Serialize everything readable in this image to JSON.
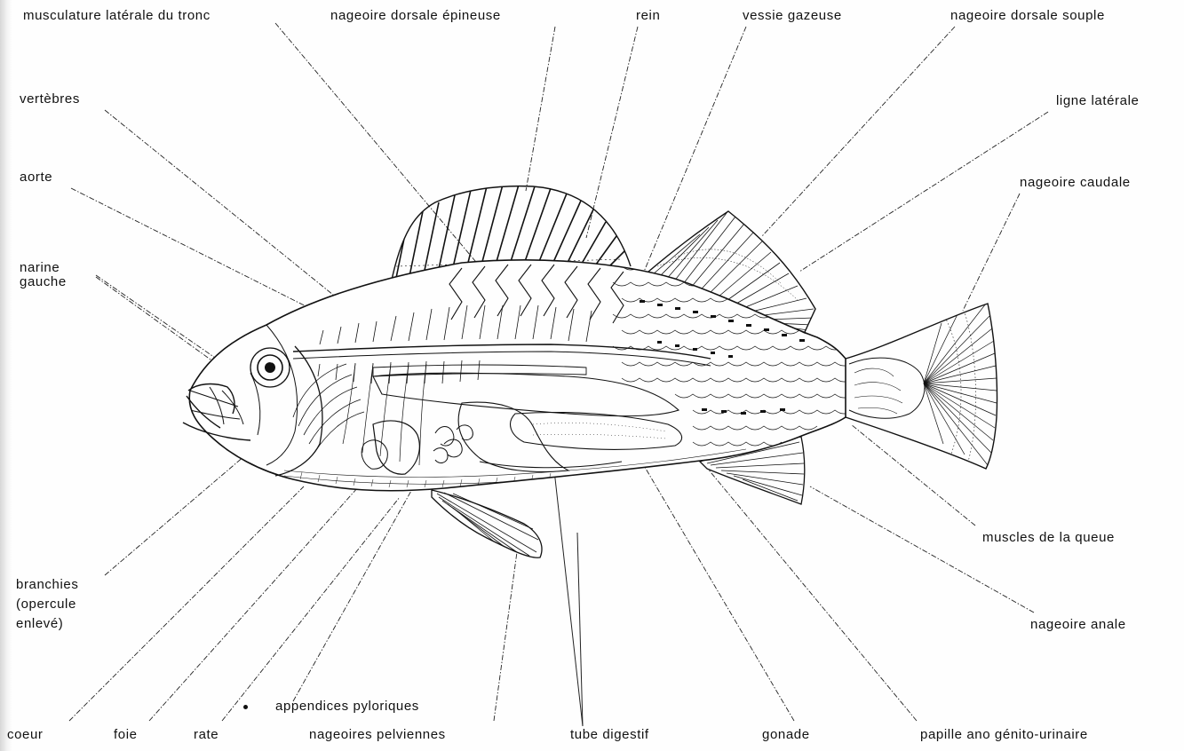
{
  "diagram": {
    "labels": {
      "musculature": "musculature latérale du tronc",
      "dorsal_spiny": "nageoire dorsale épineuse",
      "rein": "rein",
      "vessie": "vessie gazeuse",
      "dorsal_soft": "nageoire dorsale souple",
      "vertebres": "vertèbres",
      "ligne_laterale": "ligne latérale",
      "aorte": "aorte",
      "caudale": "nageoire caudale",
      "narine_1": "narine",
      "narine_2": "gauche",
      "muscles_queue": "muscles de la queue",
      "branchies_1": "branchies",
      "branchies_2": "(opercule",
      "branchies_3": "enlevé)",
      "anale": "nageoire anale",
      "appendices": "appendices pyloriques",
      "coeur": "coeur",
      "foie": "foie",
      "rate": "rate",
      "pelviennes": "nageoires pelviennes",
      "tube": "tube digestif",
      "gonade": "gonade",
      "papille": "papille ano génito-urinaire"
    },
    "colors": {
      "ink": "#111111",
      "leader": "#222222",
      "paper": "#fefefe"
    }
  }
}
